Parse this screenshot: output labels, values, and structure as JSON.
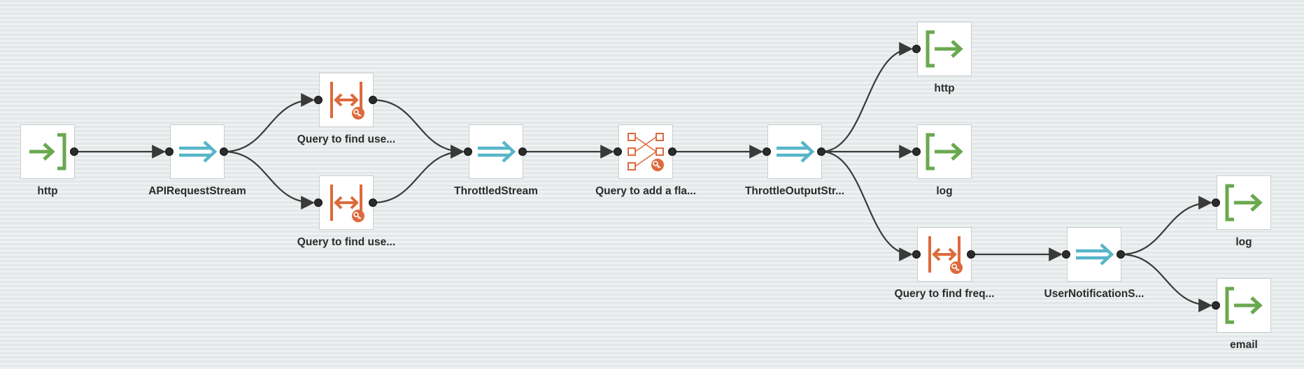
{
  "colors": {
    "source": "#6aa84f",
    "stream": "#58b5c9",
    "query": "#dd6a3c",
    "edge": "#3a3a3a",
    "port": "#2c2c2c"
  },
  "nodes": {
    "http_source": {
      "label": "http",
      "kind": "source",
      "icon": "source-arrow-icon"
    },
    "api_request_stream": {
      "label": "APIRequestStream",
      "kind": "stream",
      "icon": "stream-arrow-icon"
    },
    "query_find_1": {
      "label": "Query to find use...",
      "kind": "window-query",
      "icon": "window-query-icon"
    },
    "query_find_2": {
      "label": "Query to find use...",
      "kind": "window-query",
      "icon": "window-query-icon"
    },
    "throttled_stream": {
      "label": "ThrottledStream",
      "kind": "stream",
      "icon": "stream-arrow-icon"
    },
    "query_add_flag": {
      "label": "Query to add a fla...",
      "kind": "join-query",
      "icon": "join-query-icon"
    },
    "throttle_output": {
      "label": "ThrottleOutputStr...",
      "kind": "stream",
      "icon": "stream-arrow-icon"
    },
    "http_sink": {
      "label": "http",
      "kind": "sink",
      "icon": "sink-arrow-icon"
    },
    "log_sink_1": {
      "label": "log",
      "kind": "sink",
      "icon": "sink-arrow-icon"
    },
    "query_find_freq": {
      "label": "Query to find freq...",
      "kind": "window-query",
      "icon": "window-query-icon"
    },
    "user_notification": {
      "label": "UserNotificationS...",
      "kind": "stream",
      "icon": "stream-arrow-icon"
    },
    "log_sink_2": {
      "label": "log",
      "kind": "sink",
      "icon": "sink-arrow-icon"
    },
    "email_sink": {
      "label": "email",
      "kind": "sink",
      "icon": "sink-arrow-icon"
    }
  },
  "edges": [
    [
      "http_source",
      "api_request_stream"
    ],
    [
      "api_request_stream",
      "query_find_1"
    ],
    [
      "api_request_stream",
      "query_find_2"
    ],
    [
      "query_find_1",
      "throttled_stream"
    ],
    [
      "query_find_2",
      "throttled_stream"
    ],
    [
      "throttled_stream",
      "query_add_flag"
    ],
    [
      "query_add_flag",
      "throttle_output"
    ],
    [
      "throttle_output",
      "http_sink"
    ],
    [
      "throttle_output",
      "log_sink_1"
    ],
    [
      "throttle_output",
      "query_find_freq"
    ],
    [
      "query_find_freq",
      "user_notification"
    ],
    [
      "user_notification",
      "log_sink_2"
    ],
    [
      "user_notification",
      "email_sink"
    ]
  ]
}
